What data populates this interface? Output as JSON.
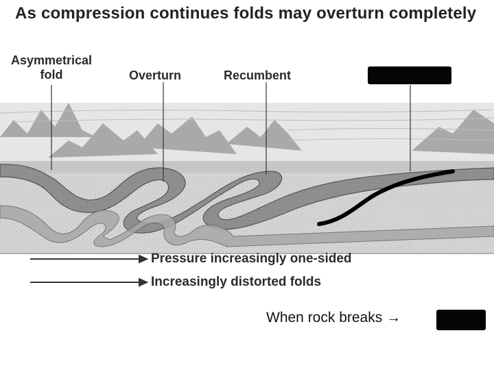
{
  "title": "As compression continues folds may overturn completely",
  "labels": {
    "asymmetrical_line1": "Asymmetrical",
    "asymmetrical_line2": "fold",
    "overturn": "Overturn",
    "recumbent": "Recumbent"
  },
  "arrows": {
    "pressure": "Pressure increasingly one-sided",
    "distorted": "Increasingly distorted folds"
  },
  "footer": {
    "text": "When rock breaks",
    "arrow_glyph": "→"
  },
  "colors": {
    "dark_layer": "#8c8c8c",
    "light_layer": "#d2d2d2",
    "base_layer": "#b4b4b4",
    "fault_line": "#000000",
    "redaction": "#050505"
  }
}
